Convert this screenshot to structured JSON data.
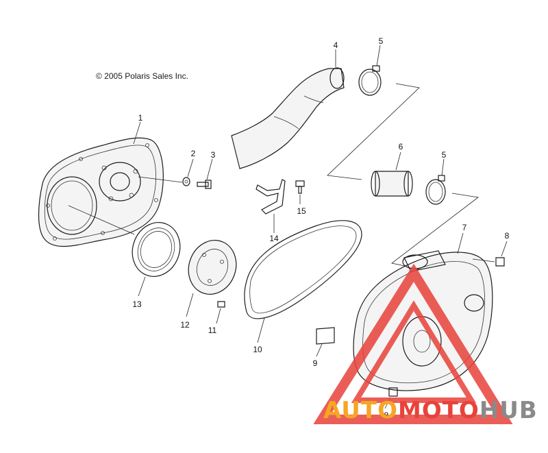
{
  "copyright": "© 2005 Polaris Sales Inc.",
  "callouts": [
    {
      "id": "1",
      "label": "1"
    },
    {
      "id": "2",
      "label": "2"
    },
    {
      "id": "3",
      "label": "3"
    },
    {
      "id": "4",
      "label": "4"
    },
    {
      "id": "5a",
      "label": "5"
    },
    {
      "id": "5b",
      "label": "5"
    },
    {
      "id": "6",
      "label": "6"
    },
    {
      "id": "7",
      "label": "7"
    },
    {
      "id": "8a",
      "label": "8"
    },
    {
      "id": "8b",
      "label": "8"
    },
    {
      "id": "9",
      "label": "9"
    },
    {
      "id": "10",
      "label": "10"
    },
    {
      "id": "11",
      "label": "11"
    },
    {
      "id": "12",
      "label": "12"
    },
    {
      "id": "13",
      "label": "13"
    },
    {
      "id": "14",
      "label": "14"
    },
    {
      "id": "15",
      "label": "15"
    }
  ],
  "watermark": {
    "text_part1": "AUTO",
    "text_part2": "MOTO",
    "text_part3": "HUB",
    "color_orange": "#f5a623",
    "color_red": "#e8423a",
    "color_gray": "#8a8a8a"
  }
}
